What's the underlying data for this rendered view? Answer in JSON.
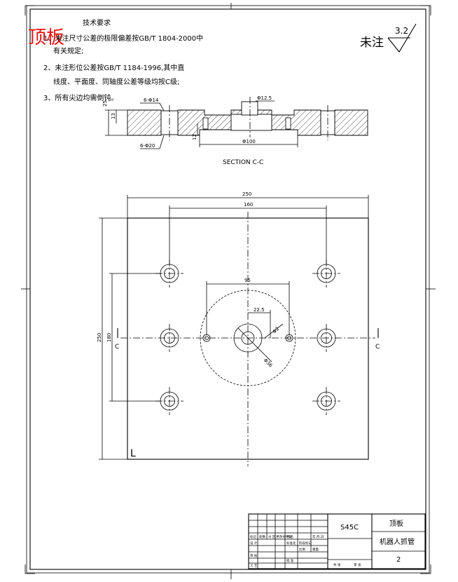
{
  "part_label": "顶板",
  "tech_requirements": {
    "heading": "技术要求",
    "item1": "1、未注尺寸公差的极限偏差按GB/T 1804-2000中",
    "item1b": "有关规定;",
    "item2": "2、未注形位公差按GB/T 1184-1996,其中直",
    "item2b": "线度、平面度、同轴度公差等级均按C级;",
    "item3": "3、所有尖边均需倒钝。"
  },
  "surface_finish": {
    "label": "未注",
    "value": "3.2"
  },
  "section_view": {
    "title": "SECTION C-C",
    "dims": {
      "counterbore": "6-Φ14",
      "through_hole": "6-Φ20",
      "bore": "Φ12.5",
      "recess": "Φ100",
      "height_total": "25",
      "height_step": "13",
      "height_small": "12"
    }
  },
  "plan_view": {
    "dims": {
      "width": "250",
      "hole_spacing_x": "160",
      "pcd": "95",
      "offset": "22.5",
      "center_dia": "Φ36",
      "small_dia": "Φ2",
      "height": "250",
      "hole_spacing_y": "180"
    },
    "section_mark_left": "C",
    "section_mark_right": "C",
    "corner_mark": "L"
  },
  "title_block": {
    "material": "S45C",
    "part_name": "顶板",
    "assembly_name": "机器人抓管",
    "quantity": "2",
    "row_labels": [
      "标记",
      "处数",
      "分 区",
      "更改文件号",
      "签名",
      "年.月.日"
    ],
    "design_label": "设 计",
    "std_label": "标准化",
    "stage_label": "阶段标记",
    "weight_label": "重量",
    "scale_label": "比例",
    "review_label": "审 核",
    "process_label": "工 艺",
    "approve_label": "批 准",
    "sheet_total": "共 张",
    "sheet_no": "第 张"
  }
}
